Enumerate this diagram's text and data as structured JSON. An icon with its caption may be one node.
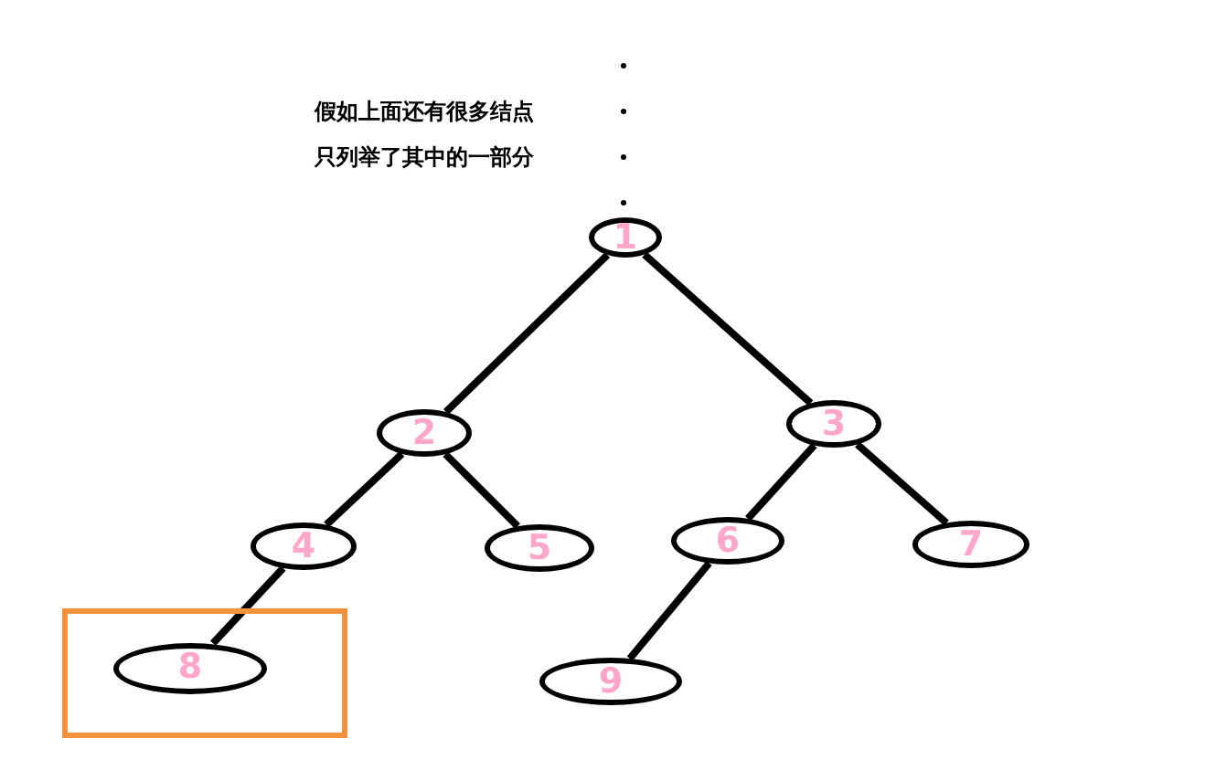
{
  "diagram": {
    "nodes": [
      {
        "text": [
          "1"
        ]
      },
      {
        "text": [
          "2"
        ]
      },
      {
        "text": [
          "3"
        ]
      },
      {
        "text": [
          "4"
        ]
      },
      {
        "text": [
          "5"
        ]
      },
      {
        "text": [
          "6"
        ]
      },
      {
        "text": [
          "7"
        ]
      },
      {
        "text": [],
        "shape": "box"
      },
      {
        "text": [
          "8"
        ],
        "in": 7
      },
      {
        "text": [
          "9"
        ]
      }
    ],
    "edges": [
      {
        "from": 0,
        "to": 1,
        "arrow": "none"
      },
      {
        "from": 0,
        "to": 2,
        "arrow": "none"
      },
      {
        "from": 1,
        "to": 3,
        "arrow": "none"
      },
      {
        "from": 1,
        "to": 4,
        "arrow": "none"
      },
      {
        "from": 2,
        "to": 5,
        "arrow": "none"
      },
      {
        "from": 2,
        "to": 6,
        "arrow": "none"
      },
      {
        "from": 3,
        "to": 8,
        "arrow": "none"
      },
      {
        "from": 5,
        "to": 9,
        "arrow": "none"
      }
    ],
    "labels": [
      "假如上面还有很多结点",
      "只列举了其中的一部分"
    ]
  }
}
